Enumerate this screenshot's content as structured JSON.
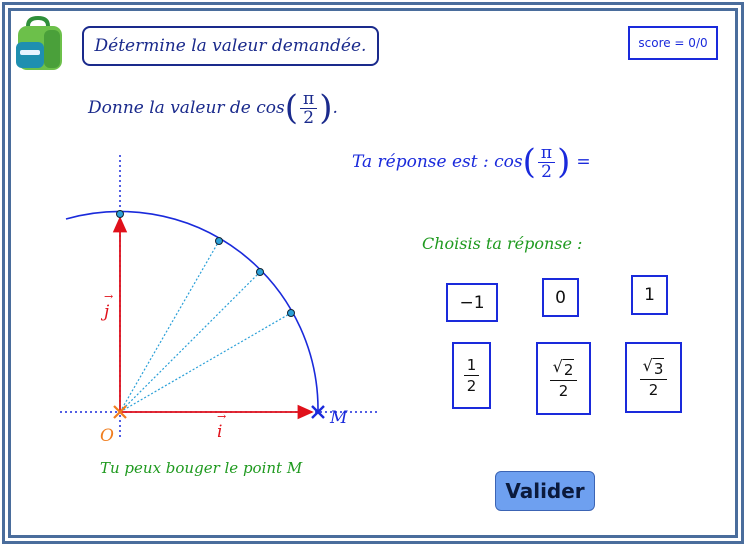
{
  "instruction": "Détermine la valeur demandée.",
  "score": "score = 0/0",
  "question": {
    "prefix": "Donne la valeur de cos",
    "frac_num": "π",
    "frac_den": "2",
    "suffix": "."
  },
  "answer_line": {
    "prefix": "Ta réponse est : cos",
    "frac_num": "π",
    "frac_den": "2",
    "suffix": "="
  },
  "choose_label": "Choisis ta réponse :",
  "choices": {
    "minus_one": "−1",
    "zero": "0",
    "one": "1",
    "half": {
      "num": "1",
      "den": "2"
    },
    "sqrt2_over_2": {
      "rad": "2",
      "den": "2"
    },
    "sqrt3_over_2": {
      "rad": "3",
      "den": "2"
    }
  },
  "validate_label": "Valider",
  "hint": "Tu peux bouger le point M",
  "plot_labels": {
    "origin": "O",
    "point": "M",
    "vec_i": "i",
    "vec_j": "j"
  },
  "colors": {
    "frame": "#4a6d9c",
    "navy": "#1a2a8c",
    "blue": "#1a2adb",
    "green": "#1f9a1f",
    "red": "#e0101a",
    "orange": "#f07d1e",
    "button": "#6ea0f0"
  }
}
